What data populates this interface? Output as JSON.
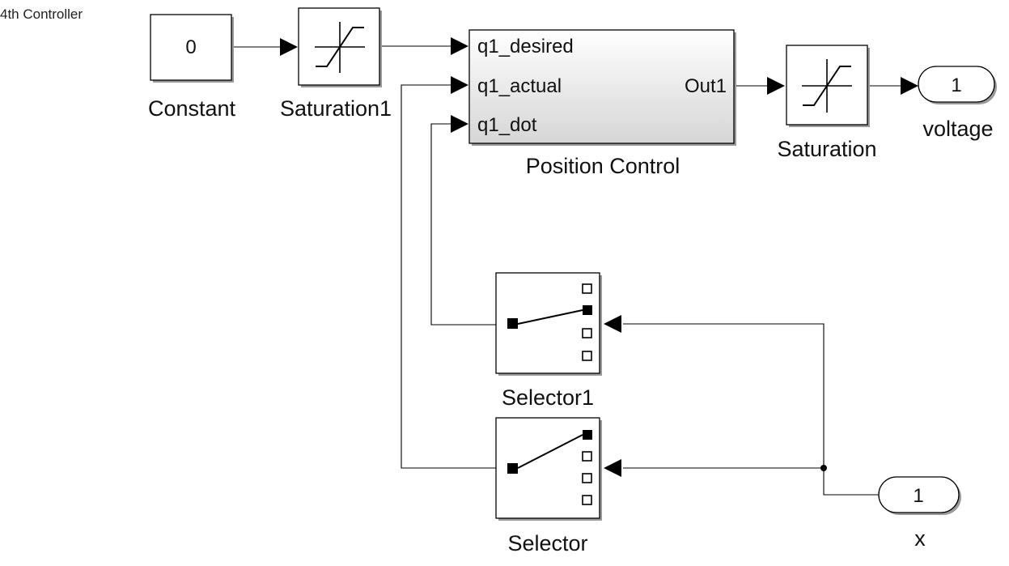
{
  "title": "4th Controller",
  "blocks": {
    "constant": {
      "value": "0",
      "label": "Constant"
    },
    "saturation1": {
      "label": "Saturation1"
    },
    "position_control": {
      "label": "Position Control",
      "inputs": [
        "q1_desired",
        "q1_actual",
        "q1_dot"
      ],
      "output": "Out1"
    },
    "saturation": {
      "label": "Saturation"
    },
    "voltage_out": {
      "port": "1",
      "label": "voltage"
    },
    "selector1": {
      "label": "Selector1"
    },
    "selector": {
      "label": "Selector"
    },
    "x_in": {
      "port": "1",
      "label": "x"
    }
  },
  "icons": [
    "saturation-icon",
    "selector-icon"
  ]
}
